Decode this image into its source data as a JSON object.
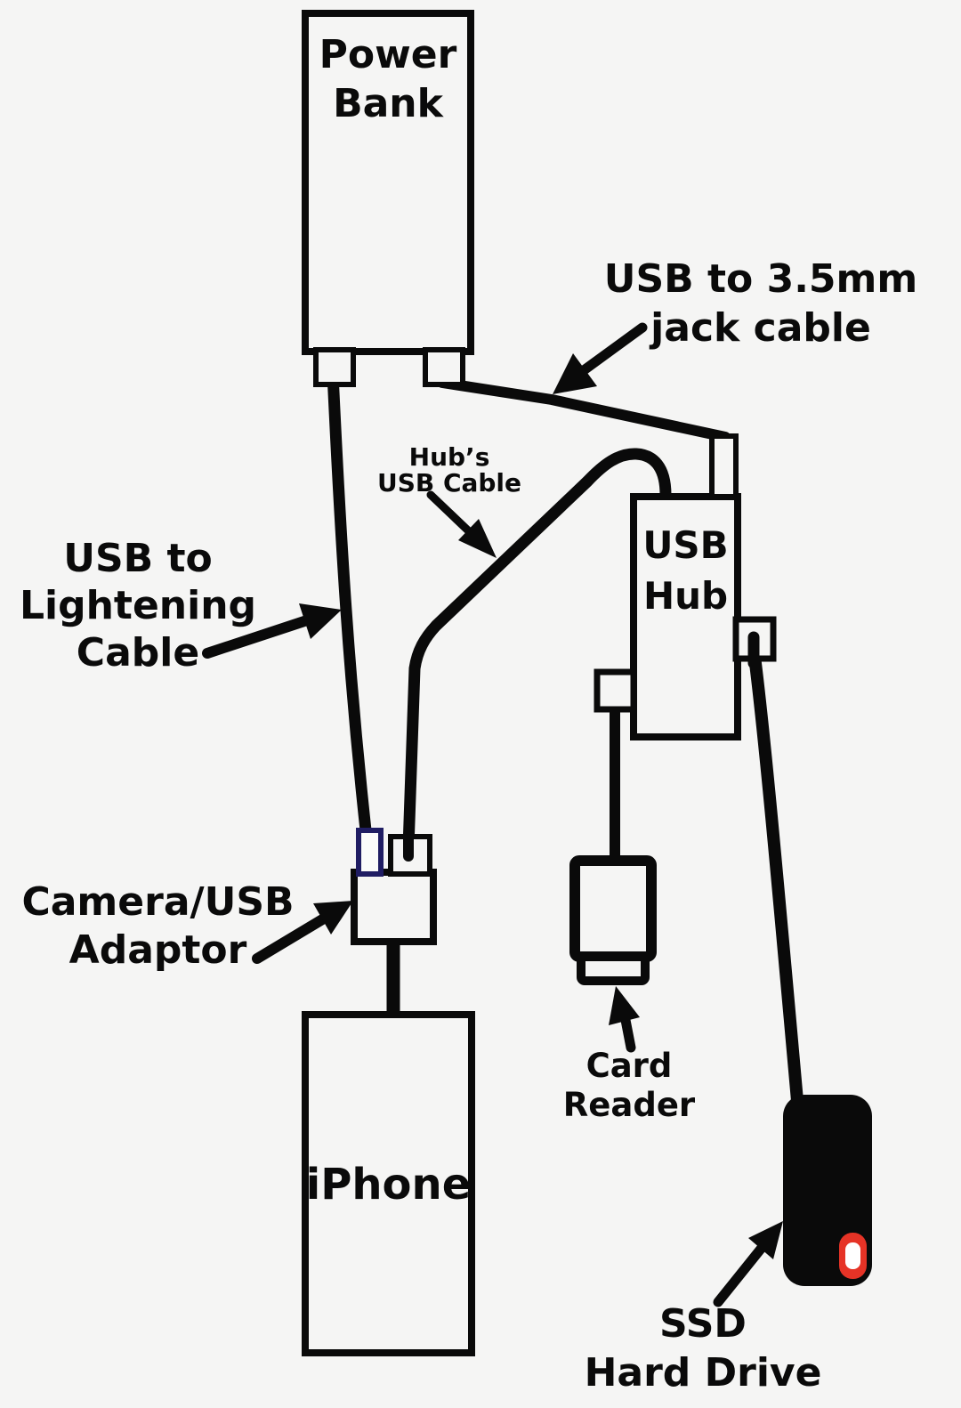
{
  "colors": {
    "background": "#f5f5f4",
    "line": "#0a0a0a",
    "lightning_connector_outline": "#201d63",
    "ssd_body": "#0a0a0a",
    "ssd_led_red": "#e63326",
    "ssd_led_core": "#ffffff"
  },
  "devices": {
    "power_bank": {
      "lines": [
        "Power",
        "Bank"
      ]
    },
    "usb_hub": {
      "lines": [
        "USB",
        "Hub"
      ]
    },
    "iphone": {
      "lines": [
        "iPhone"
      ]
    }
  },
  "annotations": {
    "jack_cable": {
      "lines": [
        "USB to 3.5mm",
        "jack cable"
      ]
    },
    "hubs_usb_cable": {
      "lines": [
        "Hub’s",
        "USB Cable"
      ]
    },
    "lightening_cable": {
      "lines": [
        "USB to",
        "Lightening",
        "Cable"
      ]
    },
    "camera_adaptor": {
      "lines": [
        "Camera/USB",
        "Adaptor"
      ]
    },
    "card_reader": {
      "lines": [
        "Card",
        "Reader"
      ]
    },
    "ssd_drive": {
      "lines": [
        "SSD",
        "Hard Drive"
      ]
    }
  }
}
